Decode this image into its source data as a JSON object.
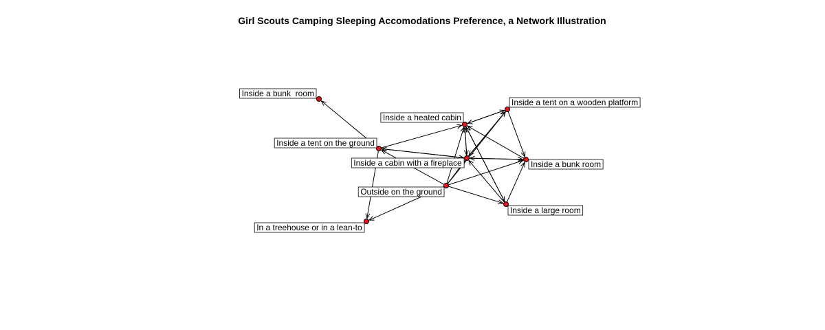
{
  "title": "Girl Scouts Camping Sleeping Accomodations Preference, a Network Illustration",
  "colors": {
    "node_fill": "#e8141c",
    "node_stroke": "#000000",
    "edge": "#000000",
    "label_border": "#000000",
    "background": "#ffffff"
  },
  "network": {
    "directed": true,
    "nodes": [
      {
        "id": "bunk_room_top",
        "label": "Inside a bunk  room"
      },
      {
        "id": "heated_cabin",
        "label": "Inside a heated cabin"
      },
      {
        "id": "tent_ground",
        "label": "Inside a tent on the ground"
      },
      {
        "id": "cabin_fireplace",
        "label": "Inside a cabin with a fireplace"
      },
      {
        "id": "outside_ground",
        "label": "Outside on the ground"
      },
      {
        "id": "treehouse",
        "label": "In a treehouse or in a lean-to"
      },
      {
        "id": "tent_platform",
        "label": "Inside a tent on a wooden platform"
      },
      {
        "id": "bunk_room",
        "label": "Inside a bunk room"
      },
      {
        "id": "large_room",
        "label": "Inside a large room"
      }
    ],
    "edges": [
      {
        "from": "tent_ground",
        "to": "bunk_room_top"
      },
      {
        "from": "tent_ground",
        "to": "treehouse"
      },
      {
        "from": "tent_ground",
        "to": "cabin_fireplace"
      },
      {
        "from": "tent_ground",
        "to": "heated_cabin"
      },
      {
        "from": "outside_ground",
        "to": "treehouse"
      },
      {
        "from": "outside_ground",
        "to": "tent_ground"
      },
      {
        "from": "outside_ground",
        "to": "heated_cabin"
      },
      {
        "from": "outside_ground",
        "to": "cabin_fireplace"
      },
      {
        "from": "outside_ground",
        "to": "tent_platform"
      },
      {
        "from": "outside_ground",
        "to": "bunk_room"
      },
      {
        "from": "outside_ground",
        "to": "large_room"
      },
      {
        "from": "cabin_fireplace",
        "to": "heated_cabin"
      },
      {
        "from": "cabin_fireplace",
        "to": "tent_ground"
      },
      {
        "from": "cabin_fireplace",
        "to": "tent_platform"
      },
      {
        "from": "cabin_fireplace",
        "to": "bunk_room"
      },
      {
        "from": "tent_platform",
        "to": "heated_cabin"
      },
      {
        "from": "tent_platform",
        "to": "cabin_fireplace"
      },
      {
        "from": "tent_platform",
        "to": "bunk_room"
      },
      {
        "from": "bunk_room",
        "to": "heated_cabin"
      },
      {
        "from": "bunk_room",
        "to": "cabin_fireplace"
      },
      {
        "from": "large_room",
        "to": "heated_cabin"
      },
      {
        "from": "large_room",
        "to": "cabin_fireplace"
      },
      {
        "from": "large_room",
        "to": "bunk_room"
      },
      {
        "from": "heated_cabin",
        "to": "cabin_fireplace"
      },
      {
        "from": "heated_cabin",
        "to": "tent_platform"
      },
      {
        "from": "heated_cabin",
        "to": "large_room"
      }
    ]
  }
}
